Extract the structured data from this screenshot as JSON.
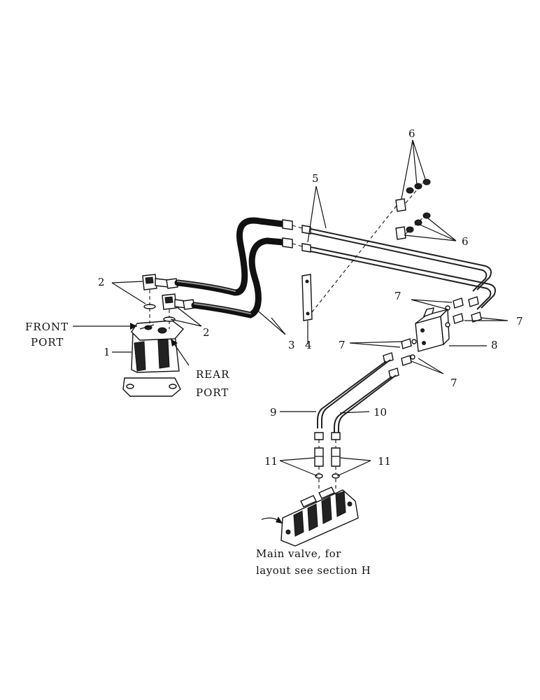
{
  "labels": {
    "l1": "1",
    "l2a": "2",
    "l2b": "2",
    "l3": "3",
    "l4": "4",
    "l5": "5",
    "l6a": "6",
    "l6b": "6",
    "l7a": "7",
    "l7b": "7",
    "l7c": "7",
    "l7d": "7",
    "l8": "8",
    "l9": "9",
    "l10": "10",
    "l11a": "11",
    "l11b": "11"
  },
  "front_port": [
    "FRONT",
    "PORT"
  ],
  "rear_port": [
    "REAR",
    "PORT"
  ],
  "caption": [
    "Main valve, for",
    "layout see section H"
  ]
}
